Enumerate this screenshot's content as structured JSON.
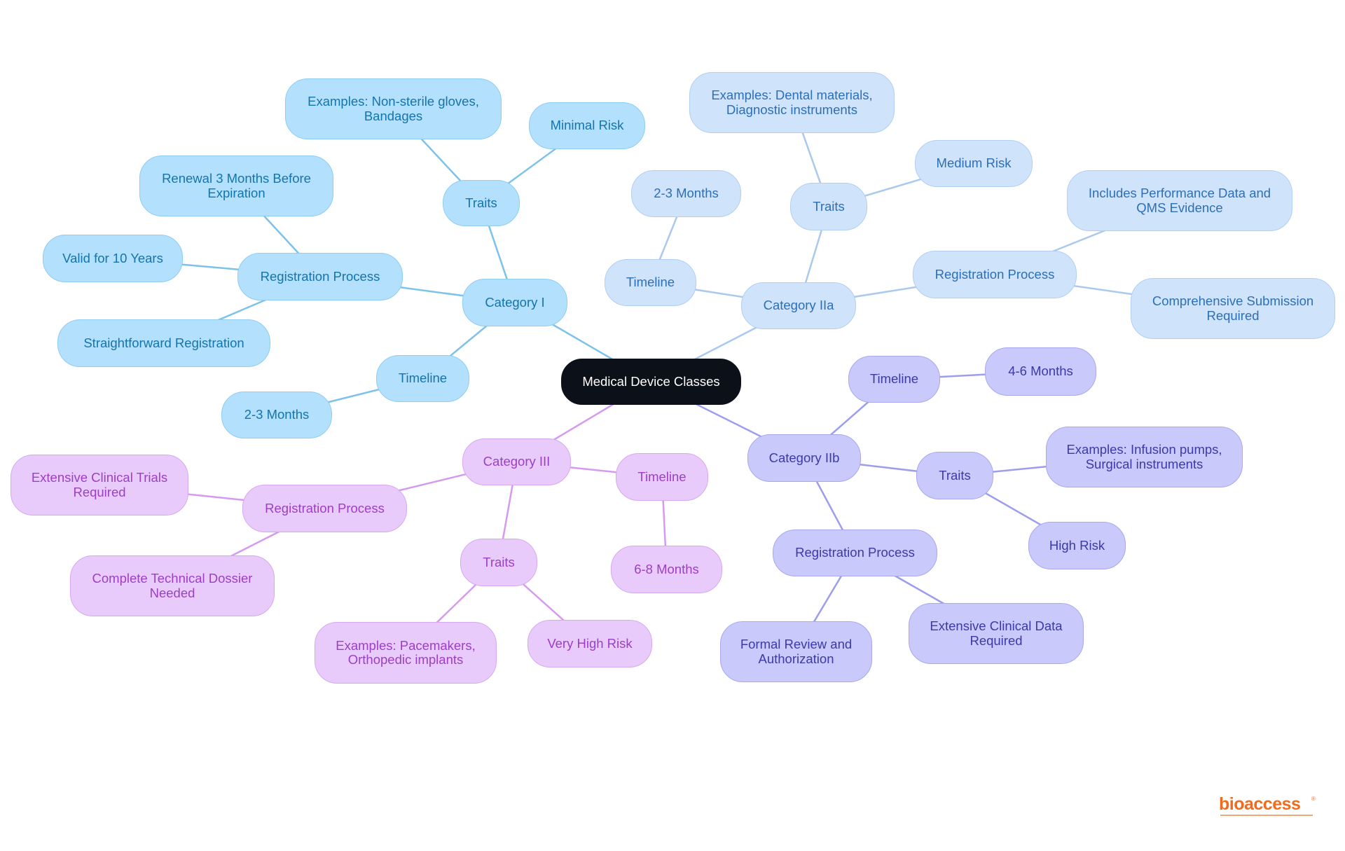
{
  "nodes": {
    "root": "Medical Device Classes",
    "cat1": "Category I",
    "cat1_traits": "Traits",
    "cat1_examples": "Examples: Non-sterile gloves,\nBandages",
    "cat1_risk": "Minimal Risk",
    "cat1_registration": "Registration Process",
    "cat1_renewal": "Renewal 3 Months Before\nExpiration",
    "cat1_valid": "Valid for 10 Years",
    "cat1_straightforward": "Straightforward Registration",
    "cat1_timeline": "Timeline",
    "cat1_months": "2-3 Months",
    "cat2a": "Category IIa",
    "cat2a_traits": "Traits",
    "cat2a_examples": "Examples: Dental materials,\nDiagnostic instruments",
    "cat2a_risk": "Medium Risk",
    "cat2a_timeline": "Timeline",
    "cat2a_months": "2-3 Months",
    "cat2a_registration": "Registration Process",
    "cat2a_includes": "Includes Performance Data and\nQMS Evidence",
    "cat2a_comprehensive": "Comprehensive Submission\nRequired",
    "cat2b": "Category IIb",
    "cat2b_timeline": "Timeline",
    "cat2b_months": "4-6 Months",
    "cat2b_traits": "Traits",
    "cat2b_examples": "Examples: Infusion pumps,\nSurgical instruments",
    "cat2b_risk": "High Risk",
    "cat2b_registration": "Registration Process",
    "cat2b_formal": "Formal Review and\nAuthorization",
    "cat2b_clinical": "Extensive Clinical Data\nRequired",
    "cat3": "Category III",
    "cat3_registration": "Registration Process",
    "cat3_trials": "Extensive Clinical Trials\nRequired",
    "cat3_dossier": "Complete Technical Dossier\nNeeded",
    "cat3_timeline": "Timeline",
    "cat3_months": "6-8 Months",
    "cat3_traits": "Traits",
    "cat3_examples": "Examples: Pacemakers,\nOrthopedic implants",
    "cat3_risk": "Very High Risk"
  },
  "edges": [
    [
      "root",
      "cat1"
    ],
    [
      "cat1",
      "cat1_traits"
    ],
    [
      "cat1_traits",
      "cat1_examples"
    ],
    [
      "cat1_traits",
      "cat1_risk"
    ],
    [
      "cat1",
      "cat1_registration"
    ],
    [
      "cat1_registration",
      "cat1_renewal"
    ],
    [
      "cat1_registration",
      "cat1_valid"
    ],
    [
      "cat1_registration",
      "cat1_straightforward"
    ],
    [
      "cat1",
      "cat1_timeline"
    ],
    [
      "cat1_timeline",
      "cat1_months"
    ],
    [
      "root",
      "cat2a"
    ],
    [
      "cat2a",
      "cat2a_traits"
    ],
    [
      "cat2a_traits",
      "cat2a_examples"
    ],
    [
      "cat2a_traits",
      "cat2a_risk"
    ],
    [
      "cat2a",
      "cat2a_timeline"
    ],
    [
      "cat2a_timeline",
      "cat2a_months"
    ],
    [
      "cat2a",
      "cat2a_registration"
    ],
    [
      "cat2a_registration",
      "cat2a_includes"
    ],
    [
      "cat2a_registration",
      "cat2a_comprehensive"
    ],
    [
      "root",
      "cat2b"
    ],
    [
      "cat2b",
      "cat2b_timeline"
    ],
    [
      "cat2b_timeline",
      "cat2b_months"
    ],
    [
      "cat2b",
      "cat2b_traits"
    ],
    [
      "cat2b_traits",
      "cat2b_examples"
    ],
    [
      "cat2b_traits",
      "cat2b_risk"
    ],
    [
      "cat2b",
      "cat2b_registration"
    ],
    [
      "cat2b_registration",
      "cat2b_formal"
    ],
    [
      "cat2b_registration",
      "cat2b_clinical"
    ],
    [
      "root",
      "cat3"
    ],
    [
      "cat3",
      "cat3_registration"
    ],
    [
      "cat3_registration",
      "cat3_trials"
    ],
    [
      "cat3_registration",
      "cat3_dossier"
    ],
    [
      "cat3",
      "cat3_timeline"
    ],
    [
      "cat3_timeline",
      "cat3_months"
    ],
    [
      "cat3",
      "cat3_traits"
    ],
    [
      "cat3_traits",
      "cat3_examples"
    ],
    [
      "cat3_traits",
      "cat3_risk"
    ]
  ],
  "colors": {
    "category_i": "#b3e0fc",
    "category_iia": "#cfe3fb",
    "category_iib": "#c9c9fb",
    "category_iii": "#e8cbfb",
    "root": "#0c1018",
    "edge_category_i": "#7cc2ea",
    "edge_category_iia": "#a9c9ee",
    "edge_category_iib": "#9d9df0",
    "edge_category_iii": "#d59af0"
  },
  "logo": {
    "text": "bioaccess",
    "color": "#f26b1d",
    "mark": "®"
  }
}
